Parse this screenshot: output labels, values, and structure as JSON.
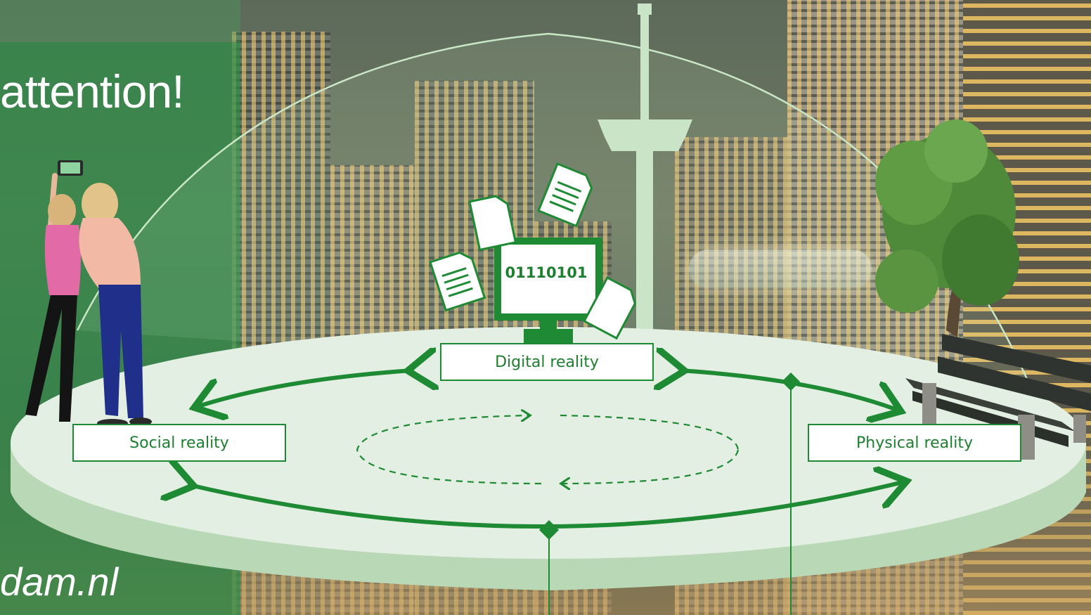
{
  "title": "attention!",
  "footer_url": "dam.nl",
  "labels": {
    "digital": "Digital reality",
    "social": "Social reality",
    "physical": "Physical reality"
  },
  "monitor_text": "01110101",
  "colors": {
    "accent_green": "#1e8a34",
    "platform": "#e3efe2",
    "platform_edge": "#b9d8b6",
    "panel_green": "#2d8c46"
  }
}
